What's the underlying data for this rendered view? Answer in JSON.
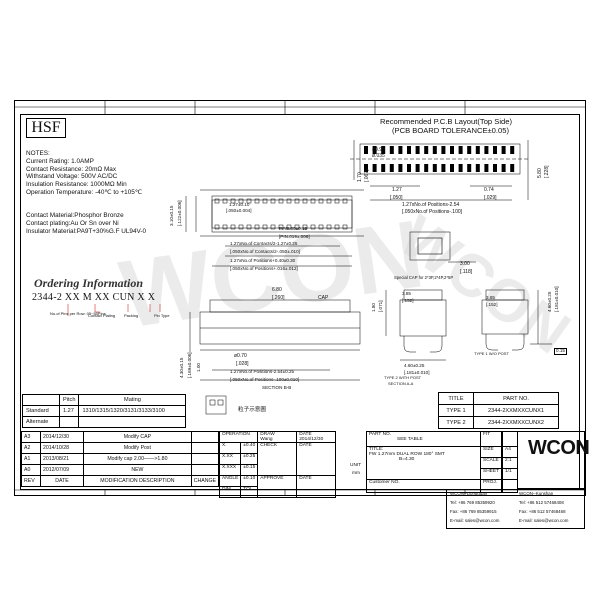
{
  "logo_text": "HSF",
  "watermark_text": "WCON",
  "notes": {
    "title": "NOTES:",
    "lines": [
      "Current Rating: 1.0AMP",
      "Contact Resistance: 20mΩ Max",
      "Withstand Voltage: 500V AC/DC",
      "Insulation Resistance: 1000MΩ Min",
      "Operation Temperature: -40℃ to +105℃"
    ]
  },
  "materials": [
    "Contact Material:Phosphor Bronze",
    "Contact plating:Au Or Sn over Ni",
    "Insulator Material:PA9T+30%G.F UL94V-0"
  ],
  "ordering": {
    "title": "Ordering Information",
    "code": "2344-2 XX M XX CUN X X",
    "notes": [
      "No.of Pins per Row: 05~50Pins",
      "Contact Plating",
      "Packing",
      "Pin Type"
    ]
  },
  "pitch_table": {
    "headers": [
      "",
      "Pitch",
      "Mating"
    ],
    "rows": [
      [
        "Standard",
        "1.27",
        "1310/1315/1320/3131/3133/3100"
      ],
      [
        "Alternate",
        "",
        ""
      ]
    ]
  },
  "pcb_layout": {
    "title": "Recommended P.C.B Layout(Top Side)",
    "subtitle": "(PCB BOARD TOLERANCE±0.05)"
  },
  "dimensions": {
    "d1": "1.27±0.10",
    "d2": "[.050±0.004]",
    "d3": "PIN0.50±0.15",
    "d4": "[PIN.019±.006]",
    "d5": "1.27xNo.of  Contacts/2-1.27±0.25",
    "d6": "[.050xNo.of  Contacts/2-.050±.010]",
    "d7": "1.27xNo.of  Positions+0.40±0.30",
    "d8": "[.050xNo.of  Positions+.016±.012]",
    "d9": "3.10±0.15",
    "d10": "[.122±0.006]",
    "d11": "6.80",
    "d12": "[.260]",
    "d13": "CAP",
    "d14": "4.30±0.15",
    "d15": "[.169±0.006]",
    "d16": "ø0.70",
    "d17": "[.028]",
    "d18": "1.27xNo.of  Positions-2.54±0.25",
    "d19": "[.050xNo.of  Positions-.100±0.010]",
    "d20": "1.00",
    "section_bb": "SECTION B-B",
    "pin_label": "粒子示意圖",
    "p1": "ø0.90",
    "p2": "ø.035",
    "p3": "1.27",
    "p4": "[.050]",
    "p5": "0.74",
    "p6": "[.029]",
    "p7": "1.27xNo.of  Positions-2.54",
    "p8": "[.050xNo.of  Positions-.100]",
    "p9": "1.70",
    "p10": "[.067]",
    "p11": "5.80",
    "p12": "[.228]",
    "p13": "3.00",
    "p14": "[.118]",
    "special_cap": "Special CAP for 2*3P,2*4P,2*5P",
    "t1": "1.80",
    "t2": "[.071]",
    "t3": "3.85",
    "t4": "[.152]",
    "t5": "3.85",
    "t6": "[.152]",
    "t7": "4.60±0.25",
    "t8": "[.181±0.010]",
    "t9": "4.60±0.25",
    "t10": "[.181±0.010]",
    "type2_label": "TYPE 2 WITH POST",
    "type1_label": "TYPE 1 W/O POST",
    "section_aa": "SECTION A-A",
    "cp": "0.15"
  },
  "title_table": {
    "headers": [
      "TITLE",
      "PART NO."
    ],
    "rows": [
      [
        "TYPE 1",
        "2344-2XXMXXCUNX1"
      ],
      [
        "TYPE 2",
        "2344-2XXMXXCUNX2"
      ]
    ]
  },
  "revisions": [
    [
      "A3",
      "2014/12/30",
      "Modify CAP"
    ],
    [
      "A2",
      "2014/10/28",
      "Modify Post"
    ],
    [
      "A1",
      "2013/08/21",
      "Modify cap 2.00——>1.80"
    ],
    [
      "A0",
      "2012/07/09",
      "NEW"
    ]
  ],
  "rev_headers": [
    "REV",
    "DATE",
    "MODIFICATION DESCRIPTION",
    "CHANGE"
  ],
  "title_block": {
    "operation": "OPERATION",
    "draw": "DRAW",
    "draw_name": "Wang",
    "date_label": "DATE",
    "date_val": "2014/12/30",
    "size_label": "SIZE",
    "size_val": "A4",
    "unit_label": "UNIT",
    "unit_val": "mm",
    "tol1": "±0.40",
    "tol2": "±0.25",
    "tol3": "±0.15",
    "tol4": "±0.10",
    "tx": "X.",
    "txx": "X.XX",
    "txxx": "X.XXX",
    "angle": "ANGLE",
    "check": "CHECK",
    "approve": "APPROVE",
    "dim": "DIM",
    "tol": "TOL",
    "part_no": "PART NO.",
    "part_no_val": "SEE TABLE",
    "title_label": "TITLE:",
    "title_val": "FW 1.27mm DUAL ROW 180° SMT",
    "title_val2": "B=4.30",
    "fit": "FIT",
    "scale": "SCALE",
    "scale_val": "2:1",
    "sheet": "SHEET",
    "sheet_val": "1/1",
    "proj": "PROJ.",
    "customer": "Customer NO.",
    "company": "WCON",
    "addr1_left": "WCON--Dongguan",
    "addr1_right": "WCON--Kunshan",
    "addr2_left": "Tel: +86 769 85359920",
    "addr2_right": "Tel: +86 512 57468408",
    "addr3_left": "Fax: +86 769 85359915",
    "addr3_right": "Fax: +86 512 57468468",
    "addr4_left": "E-mail: sales@wcon.com",
    "addr4_right": "E-mail: sales@wcon.com"
  }
}
